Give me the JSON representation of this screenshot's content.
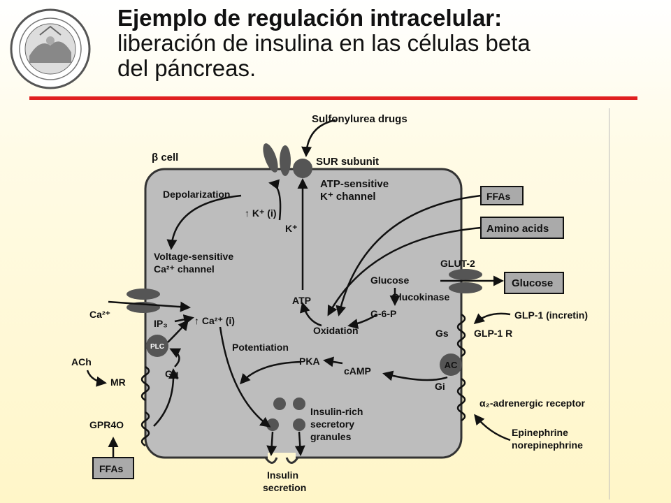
{
  "header": {
    "title_bold": "Ejemplo de regulación intracelular:",
    "title_rest_line1": "liberación de insulina en las células beta",
    "title_rest_line2": "del páncreas."
  },
  "colors": {
    "accent_rule": "#e02020",
    "cell_fill": "#bdbdbd",
    "channel_fill": "#555555"
  },
  "diagram": {
    "sulfonylurea": "Sulfonylurea drugs",
    "sur": "SUR subunit",
    "beta_cell": "β cell",
    "katp1": "ATP-sensitive",
    "katp2": "K⁺ channel",
    "depol": "Depolarization",
    "k_intracellular": "↑ K⁺ (i)",
    "k_plus": "K⁺",
    "ffas_right": "FFAs",
    "amino": "Amino acids",
    "vsc1": "Voltage-sensitive",
    "vsc2": "Ca²⁺ channel",
    "glut2": "GLUT-2",
    "glucose_in": "Glucose",
    "glucose_out": "Glucose",
    "glucokinase": "Glucokinase",
    "atp": "ATP",
    "g6p": "G-6-P",
    "oxidation": "Oxidation",
    "ca_out": "Ca²⁺",
    "ip3": "IP₃",
    "ca_i": "↑ Ca²⁺ (i)",
    "glp1": "GLP-1 (incretin)",
    "gs": "Gs",
    "glp1r": "GLP-1 R",
    "plc": "PLC",
    "potentiation": "Potentiation",
    "pka": "PKA",
    "camp": "cAMP",
    "ac": "AC",
    "ach": "ACh",
    "mr": "MR",
    "gq": "Gq",
    "gi": "Gi",
    "alpha2": "α₂-adrenergic receptor",
    "gpr40": "GPR4O",
    "granules1": "Insulin-rich",
    "granules2": "secretory",
    "granules3": "granules",
    "epi1": "Epinephrine",
    "epi2": "norepinephrine",
    "ffas_left": "FFAs",
    "secretion1": "Insulin",
    "secretion2": "secretion"
  }
}
